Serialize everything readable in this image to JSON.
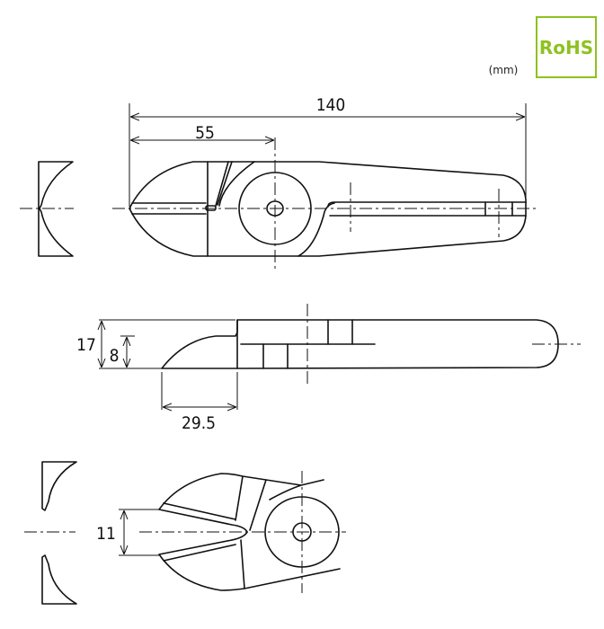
{
  "units": "(mm)",
  "badge": {
    "label": "RoHS",
    "color": "#8dc21f"
  },
  "dimensions": {
    "overall_length": "140",
    "pivot_from_tip": "55",
    "thickness": "17",
    "jaw_thickness": "8",
    "jaw_length": "29.5",
    "jaw_opening": "11"
  }
}
